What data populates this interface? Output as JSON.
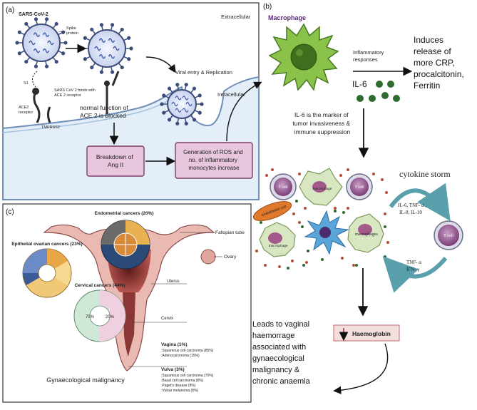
{
  "panel_a": {
    "label": "(a)",
    "virus_name": "SARS-CoV-2",
    "spike_label": "Spike\nprotein",
    "extracellular": "Extracellular",
    "intracellular": "Intracellular",
    "s1_label": "S1",
    "ace2_label": "ACE2\nreceptor",
    "tmprss2_label": "TMPRSS2",
    "binding_label": "SARS CoV 2 binds with\nACE 2 receptor",
    "viral_entry": "Viral entry & Replication",
    "normal_function": "normal function of\nACE 2 is blocked",
    "breakdown_box": "Breakdown of\nAng II",
    "generation_box": "Generation of ROS and\nno. of inflammatory\nmonocytes increase"
  },
  "panel_b": {
    "label": "(b)",
    "macrophage_title": "Macrophage",
    "inflammatory": "Inflammatory\nresponses",
    "il6": "IL-6",
    "induces": "Induces\nrelease of\nmore CRP,\nprocalcitonin,\nFerritin",
    "marker": "IL-6 is the marker of\ntumor  invasiveness &\nimmune suppression",
    "cytokine_storm": "cytokine storm",
    "cytokines_top": "IL-6, TNF- α ,\nIL-8, IL-10",
    "cytokines_bottom": "TNF- α\nIFN- γ",
    "t_cell": "T cell",
    "macrophage_cell": "macrophage",
    "macrophages_cell": "macrophages",
    "endothelial": "endothelial cell",
    "leads_to": "Leads to vaginal\nhaemorrage\nassociated with\ngynaecological\nmalignancy &\nchronic anaemia",
    "haemoglobin": "Haemoglobin"
  },
  "panel_c": {
    "label": "(c)",
    "endometrial": "Endometrial cancers (20%)",
    "epithelial": "Epithelial ovarian cancers (23%)",
    "cervical": "Cervical cancers (44%)",
    "fallopian": "Fallopian tube",
    "ovary": "Ovary",
    "uterus": "Uterus",
    "cervix": "Cervix",
    "cervical_pct_left": "70%",
    "cervical_pct_right": "20%",
    "vagina": "Vagina (1%)",
    "vagina_items": [
      ":Squamous cell carcinoma (85%)",
      ":Adenocarcinoma (15%)"
    ],
    "vulva": "Vulva (3%)",
    "vulva_items": [
      ":Squamous cell carcinoma (70%)",
      ":Basal cell carcinoma (8%)",
      ":Paget's disease (8%)",
      ":Vulvar melanoma (8%)"
    ],
    "caption": "Gynaecological malignancy"
  },
  "colors": {
    "accent_purple": "#5a2a7a",
    "box_pink": "#e8c6dd",
    "box_border": "#7a3e6a",
    "macrophage_green": "#8bc34a",
    "dot_green": "#2f6b2f",
    "teal": "#5aa0ac",
    "blood_red": "#a8323a",
    "hb_box": "#f4dede"
  }
}
